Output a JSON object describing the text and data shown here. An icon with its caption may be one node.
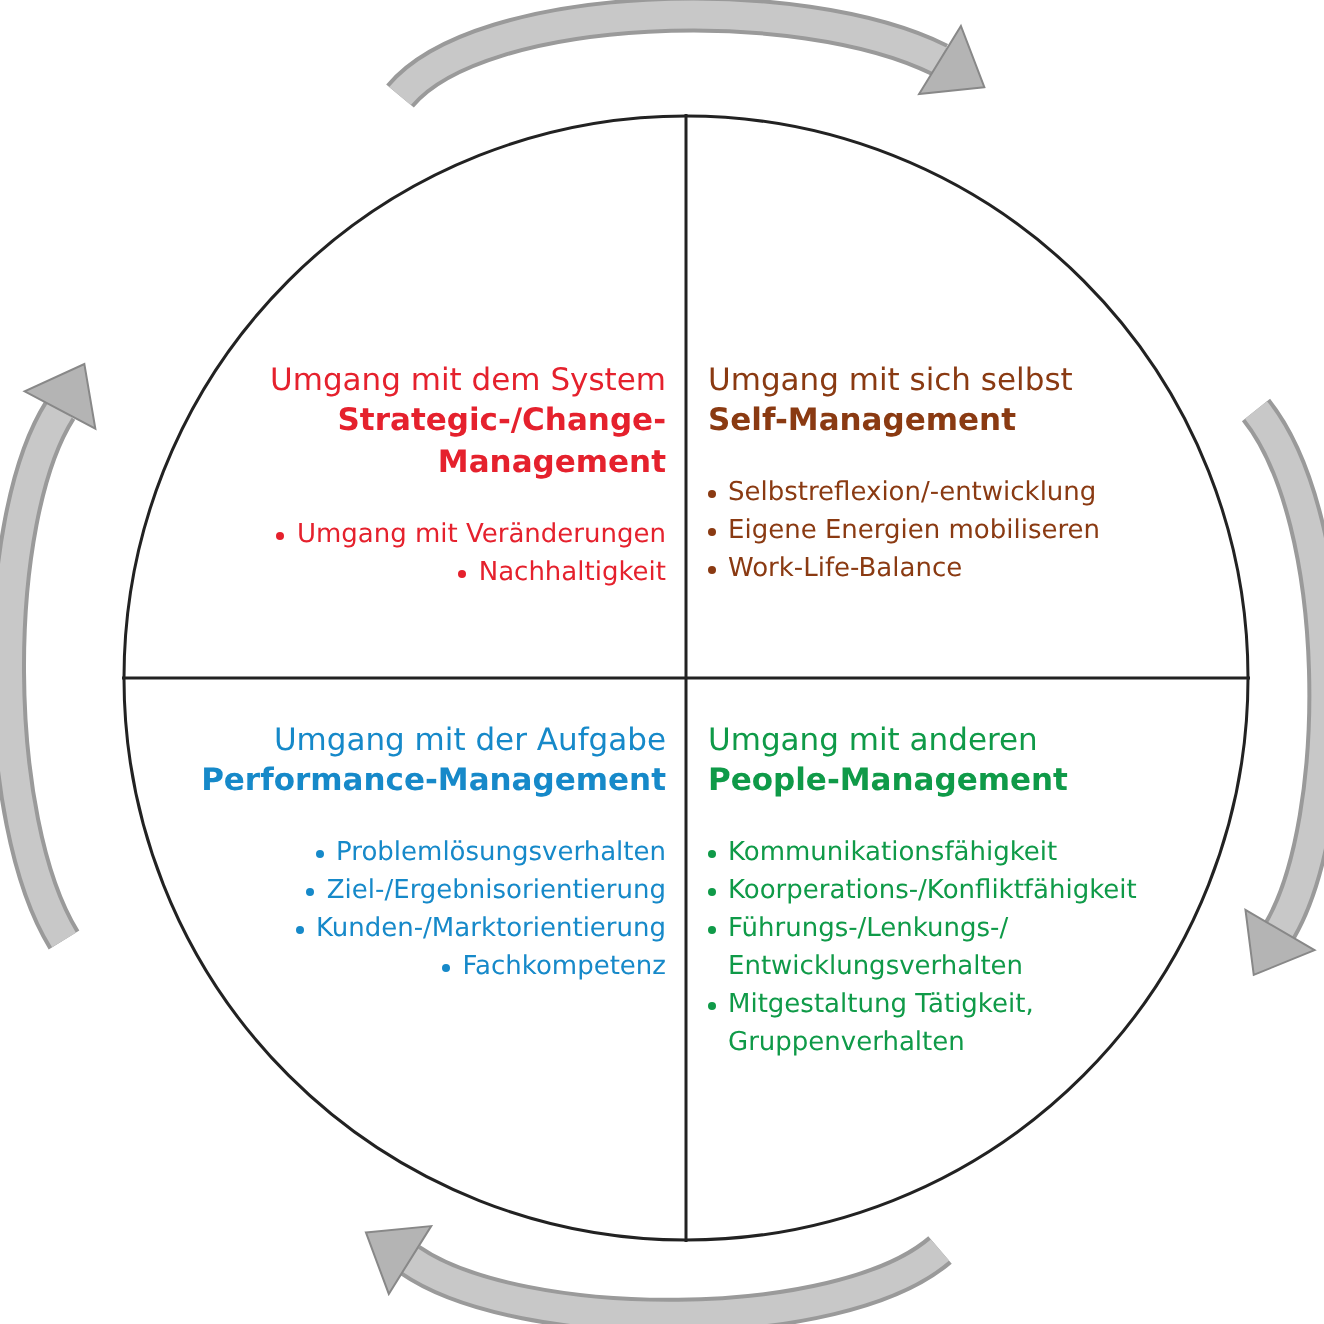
{
  "diagram": {
    "nodes": [
      {
        "text": [],
        "shape": "circle"
      },
      {
        "text": [
          "Umgang mit dem System",
          "Strategic-/Change-Management",
          "Umgang mit Veränderungen",
          "Nachhaltigkeit"
        ],
        "in": 0
      },
      {
        "text": [
          "Umgang mit sich selbst",
          "Self-Management",
          "Selbstreflexion/-entwicklung",
          "Eigene Energien mobiliseren",
          "Work-Life-Balance"
        ],
        "in": 0
      },
      {
        "text": [
          "Umgang mit der Aufgabe",
          "Performance-Management",
          "Problemlösungsverhalten",
          "Ziel-/Ergebnisorientierung",
          "Kunden-/Marktorientierung",
          "Fachkompetenz"
        ],
        "in": 0
      },
      {
        "text": [
          "Umgang mit anderen",
          "People-Management",
          "Kommunikationsfähigkeit",
          "Koorperations-/Konfliktfähigkeit",
          "Führungs-/Lenkungs-/ Entwicklungsverhalten",
          "Mitgestaltung Tätigkeit, Gruppenverhalten"
        ],
        "in": 0
      }
    ]
  }
}
